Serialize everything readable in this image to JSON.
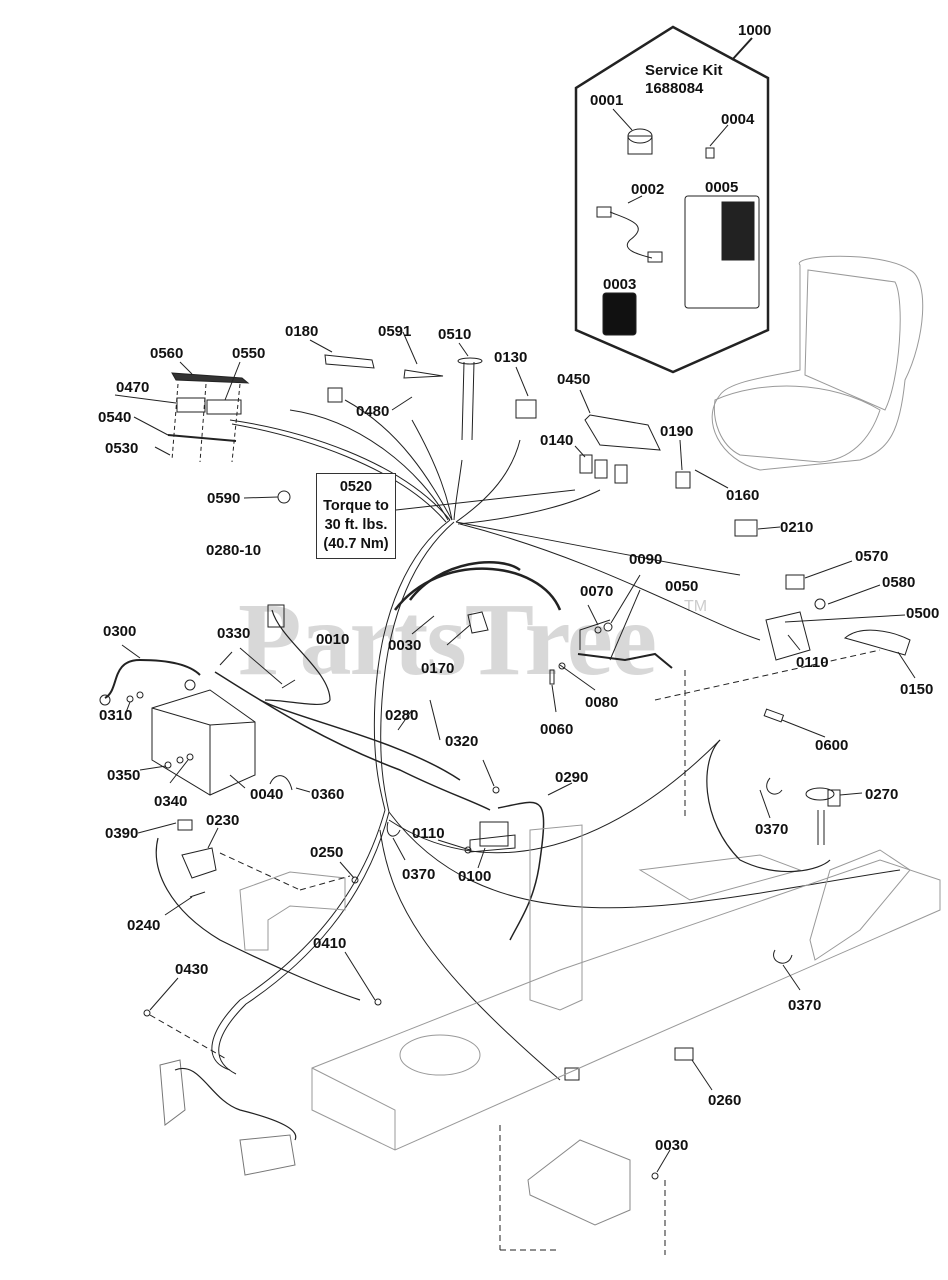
{
  "diagram": {
    "watermark": "PartsTree",
    "watermark_tm": "TM",
    "service_kit": {
      "callout": "1000",
      "title_line1": "Service Kit",
      "title_line2": "1688084",
      "parts": [
        "0001",
        "0002",
        "0003",
        "0004",
        "0005"
      ]
    },
    "torque_note": {
      "part": "0520",
      "line1": "Torque to",
      "line2": "30 ft. lbs.",
      "line3": "(40.7 Nm)"
    },
    "callouts": {
      "c0560": "0560",
      "c0550": "0550",
      "c0470": "0470",
      "c0540": "0540",
      "c0530": "0530",
      "c0180": "0180",
      "c0591": "0591",
      "c0510": "0510",
      "c0130": "0130",
      "c0480": "0480",
      "c0450": "0450",
      "c0140": "0140",
      "c0190": "0190",
      "c0160": "0160",
      "c0590": "0590",
      "c0280_10": "0280-10",
      "c0210": "0210",
      "c0570": "0570",
      "c0580": "0580",
      "c0500": "0500",
      "c0110a": "0110",
      "c0150": "0150",
      "c0090": "0090",
      "c0070": "0070",
      "c0050": "0050",
      "c0030a": "0030",
      "c0170": "0170",
      "c0010": "0010",
      "c0080": "0080",
      "c0060": "0060",
      "c0300": "0300",
      "c0330": "0330",
      "c0310": "0310",
      "c0350": "0350",
      "c0340": "0340",
      "c0040": "0040",
      "c0360": "0360",
      "c0280": "0280",
      "c0320": "0320",
      "c0290": "0290",
      "c0600": "0600",
      "c0270": "0270",
      "c0370a": "0370",
      "c0370b": "0370",
      "c0370c": "0370",
      "c0390": "0390",
      "c0230": "0230",
      "c0250": "0250",
      "c0110b": "0110",
      "c0100": "0100",
      "c0240": "0240",
      "c0410": "0410",
      "c0430": "0430",
      "c0260": "0260",
      "c0030b": "0030"
    }
  }
}
